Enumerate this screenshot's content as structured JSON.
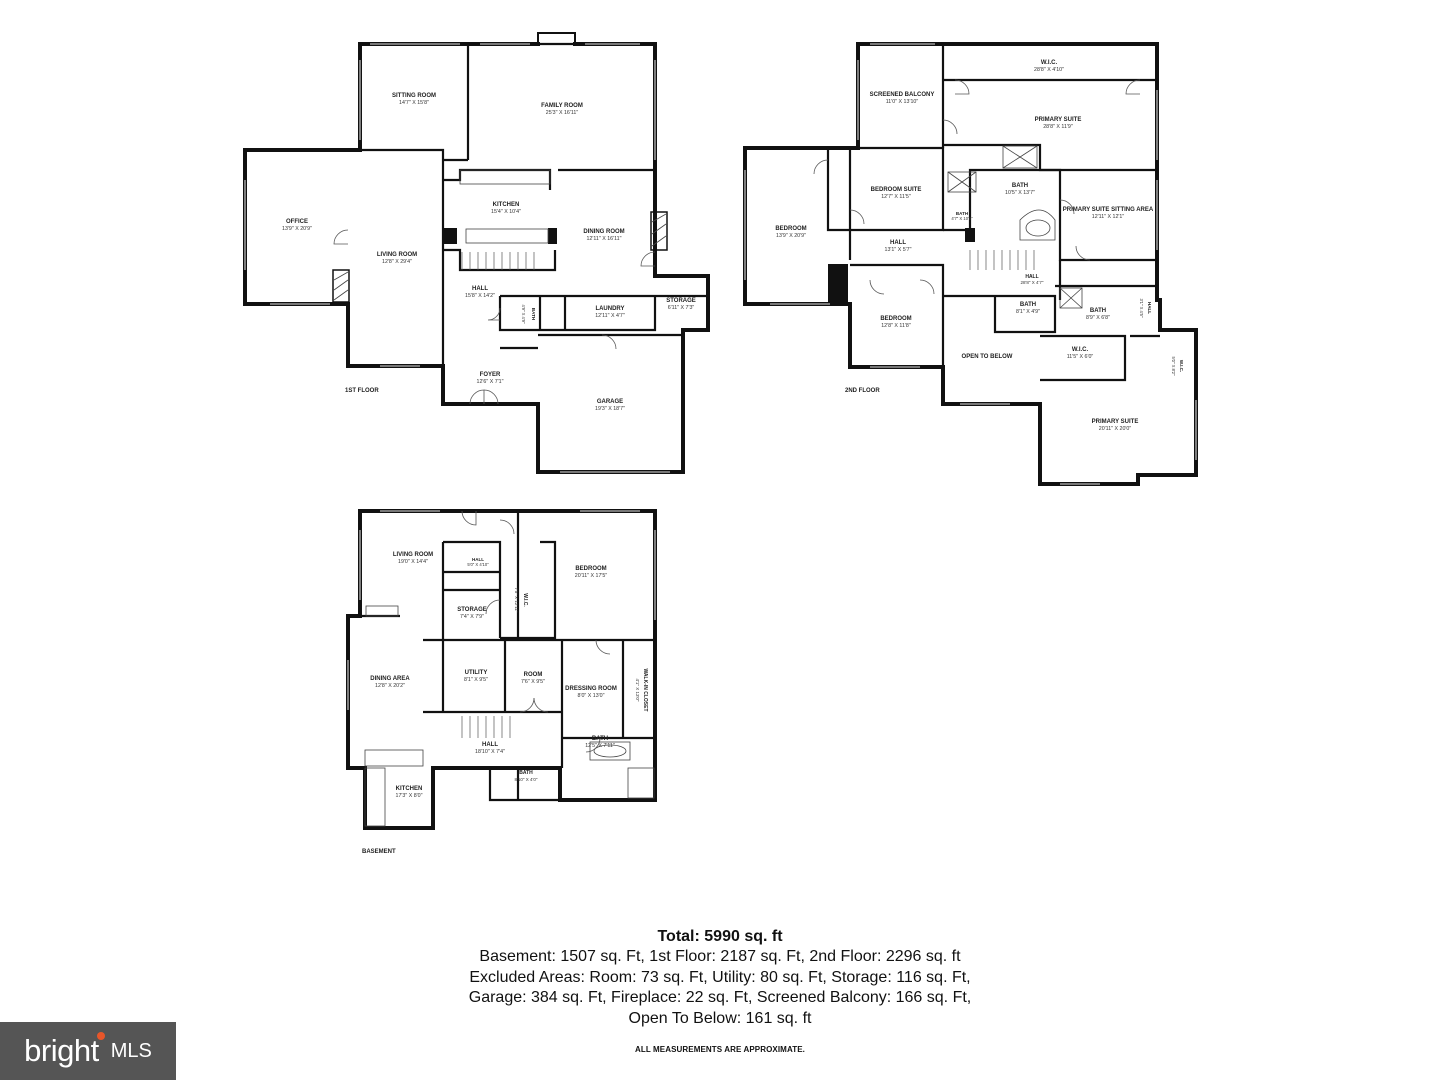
{
  "floors": [
    {
      "label": "1ST FLOOR",
      "rooms": [
        {
          "name": "SITTING ROOM",
          "dim": "14'7\" X 15'8\""
        },
        {
          "name": "FAMILY ROOM",
          "dim": "25'3\" X 16'11\""
        },
        {
          "name": "OFFICE",
          "dim": "13'9\" X 20'9\""
        },
        {
          "name": "LIVING ROOM",
          "dim": "12'8\" X 29'4\""
        },
        {
          "name": "KITCHEN",
          "dim": "15'4\" X 10'4\""
        },
        {
          "name": "DINING ROOM",
          "dim": "12'11\" X 16'11\""
        },
        {
          "name": "HALL",
          "dim": "15'8\" X 14'2\""
        },
        {
          "name": "BATH",
          "dim": "4'9\" X 4'9\""
        },
        {
          "name": "LAUNDRY",
          "dim": "12'11\" X 4'7\""
        },
        {
          "name": "STORAGE",
          "dim": "6'11\" X 7'3\""
        },
        {
          "name": "FOYER",
          "dim": "12'6\" X 7'1\""
        },
        {
          "name": "GARAGE",
          "dim": "19'3\" X 18'7\""
        }
      ]
    },
    {
      "label": "2ND FLOOR",
      "rooms": [
        {
          "name": "SCREENED BALCONY",
          "dim": "11'0\" X 13'10\""
        },
        {
          "name": "W.I.C.",
          "dim": "28'8\" X 4'10\""
        },
        {
          "name": "PRIMARY SUITE",
          "dim": "28'8\" X 11'9\""
        },
        {
          "name": "BEDROOM",
          "dim": "13'9\" X 20'9\""
        },
        {
          "name": "BEDROOM SUITE",
          "dim": "12'7\" X 11'5\""
        },
        {
          "name": "BATH",
          "dim": "10'5\" X 13'7\""
        },
        {
          "name": "PRIMARY SUITE SITTING AREA",
          "dim": "12'11\" X 12'1\""
        },
        {
          "name": "BATH",
          "dim": "4'7\" X 10'0\""
        },
        {
          "name": "HALL",
          "dim": "13'1\" X 5'7\""
        },
        {
          "name": "HALL",
          "dim": "28'8\" X 4'7\""
        },
        {
          "name": "BEDROOM",
          "dim": "12'8\" X 11'8\""
        },
        {
          "name": "BATH",
          "dim": "8'1\" X 4'9\""
        },
        {
          "name": "BATH",
          "dim": "8'9\" X 6'8\""
        },
        {
          "name": "HALL",
          "dim": "3'1\" X 4'5\""
        },
        {
          "name": "OPEN TO BELOW",
          "dim": ""
        },
        {
          "name": "W.I.C.",
          "dim": "11'5\" X 6'0\""
        },
        {
          "name": "W.I.C.",
          "dim": "5'0\" X 8'2\""
        },
        {
          "name": "PRIMARY SUITE",
          "dim": "20'11\" X 20'0\""
        }
      ]
    },
    {
      "label": "BASEMENT",
      "rooms": [
        {
          "name": "LIVING ROOM",
          "dim": "19'0\" X 14'4\""
        },
        {
          "name": "HALL",
          "dim": "5'0\" X 4'10\""
        },
        {
          "name": "W.I.C.",
          "dim": "7'5\" X 12'11\""
        },
        {
          "name": "BEDROOM",
          "dim": "20'11\" X 17'5\""
        },
        {
          "name": "STORAGE",
          "dim": "7'4\" X 7'9\""
        },
        {
          "name": "DINING AREA",
          "dim": "12'8\" X 20'2\""
        },
        {
          "name": "UTILITY",
          "dim": "8'1\" X 9'5\""
        },
        {
          "name": "ROOM",
          "dim": "7'6\" X 9'5\""
        },
        {
          "name": "DRESSING ROOM",
          "dim": "8'0\" X 13'0\""
        },
        {
          "name": "WALK-IN CLOSET",
          "dim": "4'1\" X 13'0\""
        },
        {
          "name": "HALL",
          "dim": "18'10\" X 7'4\""
        },
        {
          "name": "BATH",
          "dim": "12'5\" X 7'11\""
        },
        {
          "name": "BATH",
          "dim": "8'10\" X 4'0\""
        },
        {
          "name": "KITCHEN",
          "dim": "17'3\" X 8'0\""
        }
      ]
    }
  ],
  "summary": {
    "total": "Total: 5990 sq. ft",
    "lines": [
      "Basement: 1507 sq. Ft, 1st Floor: 2187 sq. Ft, 2nd Floor: 2296 sq. ft",
      "Excluded Areas: Room: 73 sq. Ft, Utility: 80 sq. Ft, Storage: 116 sq. Ft,",
      "Garage: 384 sq. Ft, Fireplace: 22 sq. Ft, Screened Balcony: 166 sq. Ft,",
      "Open To Below: 161 sq. ft"
    ],
    "note": "ALL MEASUREMENTS ARE APPROXIMATE."
  },
  "brand": {
    "word": "bright",
    "suffix": "MLS",
    "bg_color": "#555555",
    "accent_color": "#e8562a"
  }
}
